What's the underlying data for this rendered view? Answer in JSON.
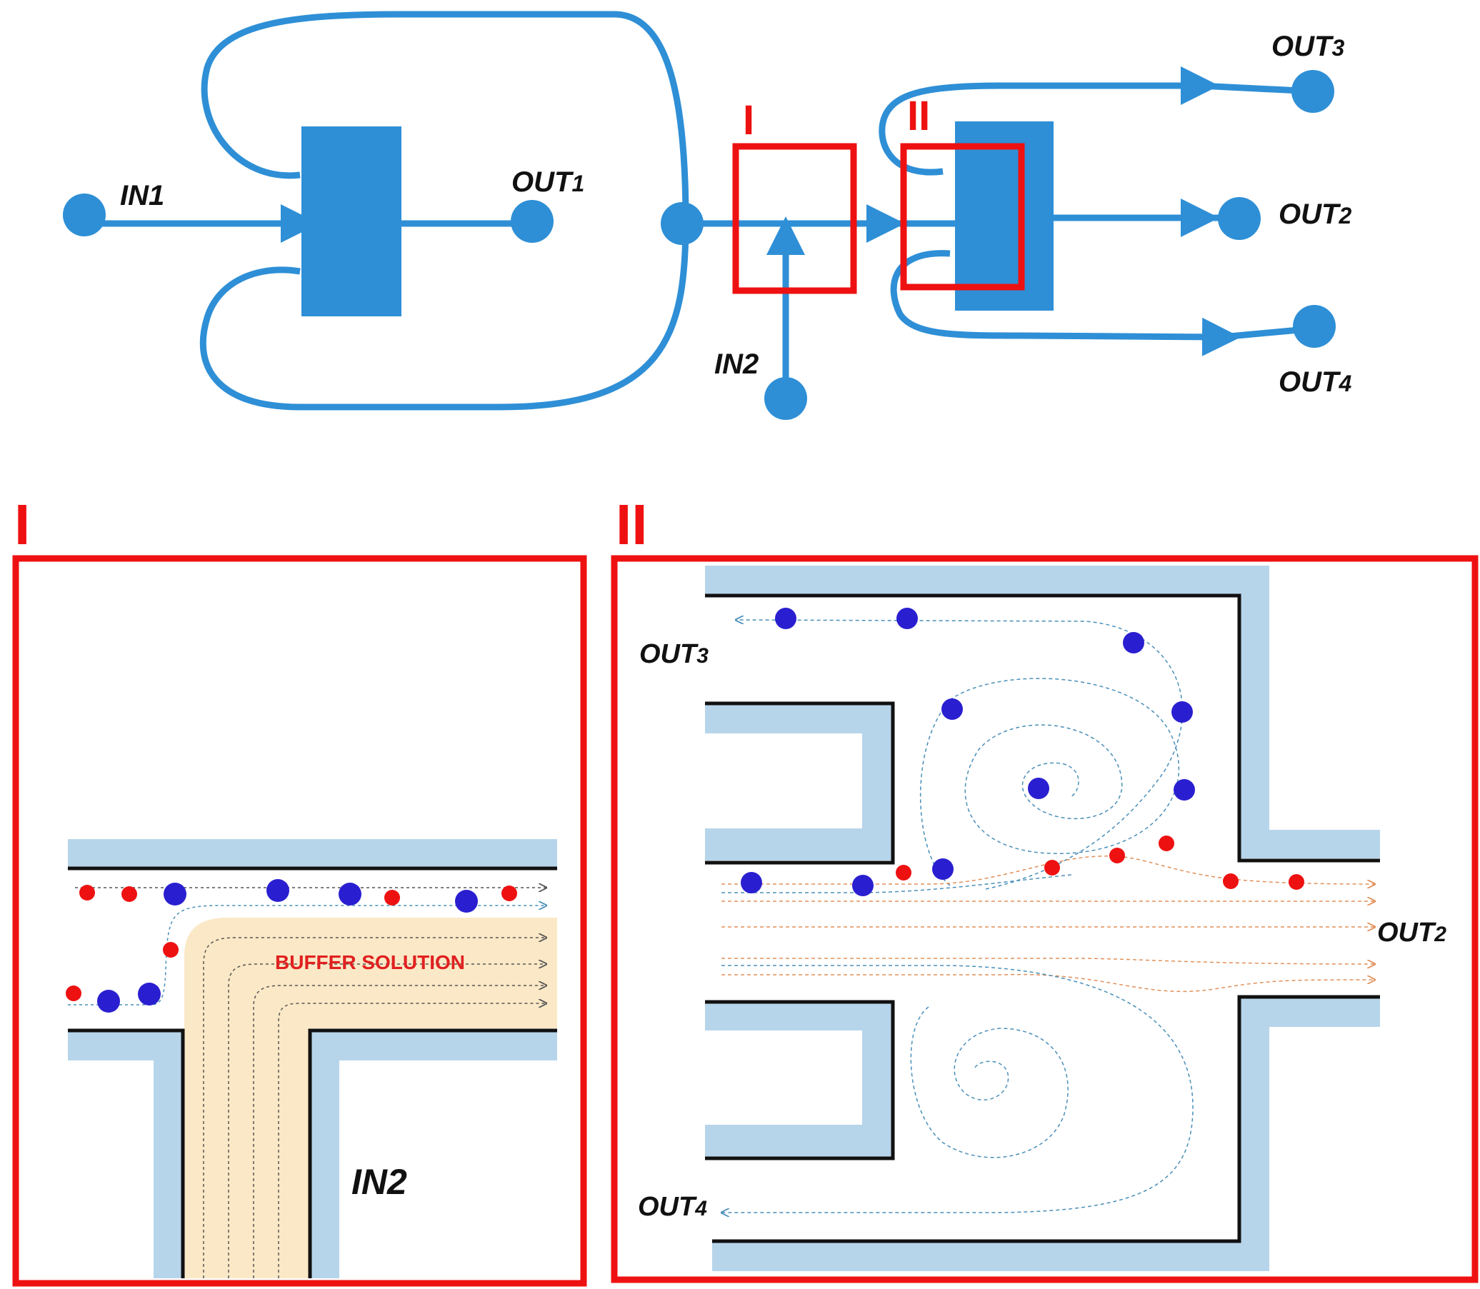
{
  "labels": {
    "in1": "IN1",
    "in2": "IN2",
    "out1": "OUT",
    "out2": "OUT",
    "out3": "OUT",
    "out4": "OUT",
    "sub1": "1",
    "sub2": "2",
    "sub3": "3",
    "sub4": "4"
  },
  "regions": {
    "roman_1": "I",
    "roman_2": "II"
  },
  "detail_1": {
    "buffer_label": "BUFFER SOLUTION",
    "in2_label": "IN2"
  },
  "detail_2": {
    "out2": "OUT",
    "out3": "OUT",
    "out4": "OUT",
    "sub2": "2",
    "sub3": "3",
    "sub4": "4"
  },
  "colors": {
    "channel_blue": "#2e8fd6",
    "wall_light_blue": "#b7d5ea",
    "highlight_red": "#ee1111",
    "particle_blue": "#2a1fd0",
    "particle_red": "#ee1111",
    "buffer_fill": "#fbe8c6",
    "streamline_blue": "#4a8fb8",
    "streamline_orange": "#e0905a"
  }
}
